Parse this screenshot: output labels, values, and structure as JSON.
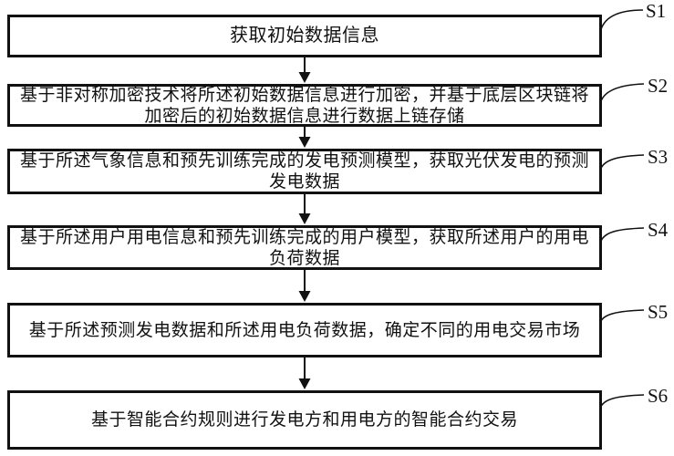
{
  "figure": {
    "background": "#ffffff",
    "ink": "#111111",
    "steps": [
      {
        "label": "S1",
        "lines": [
          "获取初始数据信息"
        ]
      },
      {
        "label": "S2",
        "lines": [
          "基于非对称加密技术将所述初始数据信息进行加密，并基于底层区块链将",
          "加密后的初始数据信息进行数据上链存储"
        ]
      },
      {
        "label": "S3",
        "lines": [
          "基于所述气象信息和预先训练完成的发电预测模型，获取光伏发电的预测",
          "发电数据"
        ]
      },
      {
        "label": "S4",
        "lines": [
          "基于所述用户用电信息和预先训练完成的用户模型，获取所述用户的用电",
          "负荷数据"
        ]
      },
      {
        "label": "S5",
        "lines": [
          "基于所述预测发电数据和所述用电负荷数据，确定不同的用电交易市场"
        ]
      },
      {
        "label": "S6",
        "lines": [
          "基于智能合约规则进行发电方和用电方的智能合约交易"
        ]
      }
    ]
  }
}
